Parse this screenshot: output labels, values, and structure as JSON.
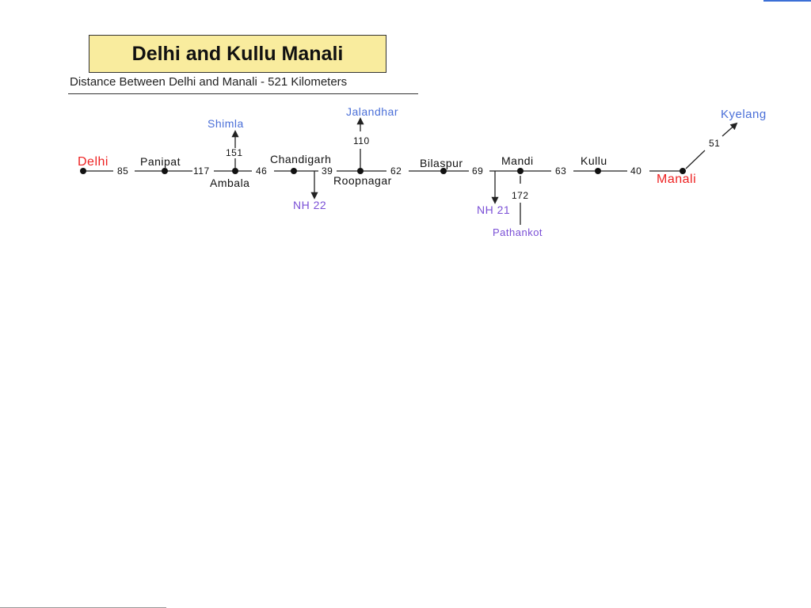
{
  "title": "Delhi and Kullu Manali",
  "subtitle": "Distance  Between Delhi and Manali - 521 Kilometers",
  "colors": {
    "title_bg": "#f9ec9e",
    "endpoint": "#ee2222",
    "branch_blue": "#4a6fd8",
    "branch_violet": "#7a4fd6",
    "line": "#222222",
    "corner_mark": "#3b6fd6"
  },
  "route": {
    "start": "Delhi",
    "end": "Manali",
    "stops": [
      "Panipat",
      "Ambala",
      "Chandigarh",
      "Roopnagar",
      "Bilaspur",
      "Mandi",
      "Kullu"
    ],
    "distances": [
      "85",
      "117",
      "46",
      "39",
      "62",
      "69",
      "63",
      "40"
    ]
  },
  "branches": [
    {
      "name": "Shimla",
      "distance": "151",
      "from": "Ambala",
      "direction": "up"
    },
    {
      "name": "NH 22",
      "distance": "",
      "from": "Chandigarh",
      "direction": "down"
    },
    {
      "name": "Jalandhar",
      "distance": "110",
      "from": "Roopnagar",
      "direction": "up"
    },
    {
      "name": "NH 21",
      "distance": "",
      "from": "Mandi",
      "direction": "down"
    },
    {
      "name": "Pathankot",
      "distance": "172",
      "from": "Mandi",
      "direction": "down"
    },
    {
      "name": "Kyelang",
      "distance": "51",
      "from": "Manali",
      "direction": "up-right"
    }
  ]
}
